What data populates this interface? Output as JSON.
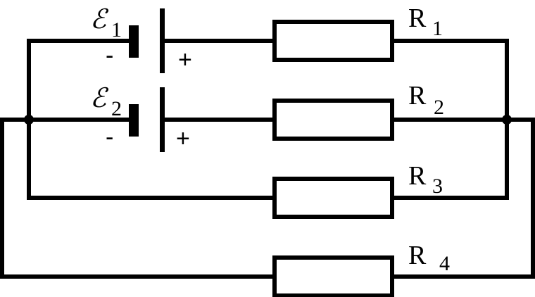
{
  "batteries": [
    {
      "symbol": "ℰ",
      "subscript": "1",
      "neg": "-",
      "pos": "+"
    },
    {
      "symbol": "ℰ",
      "subscript": "2",
      "neg": "-",
      "pos": "+"
    }
  ],
  "resistors": [
    {
      "letter": "R",
      "subscript": "1"
    },
    {
      "letter": "R",
      "subscript": "2"
    },
    {
      "letter": "R",
      "subscript": "3"
    },
    {
      "letter": "R",
      "subscript": "4"
    }
  ]
}
